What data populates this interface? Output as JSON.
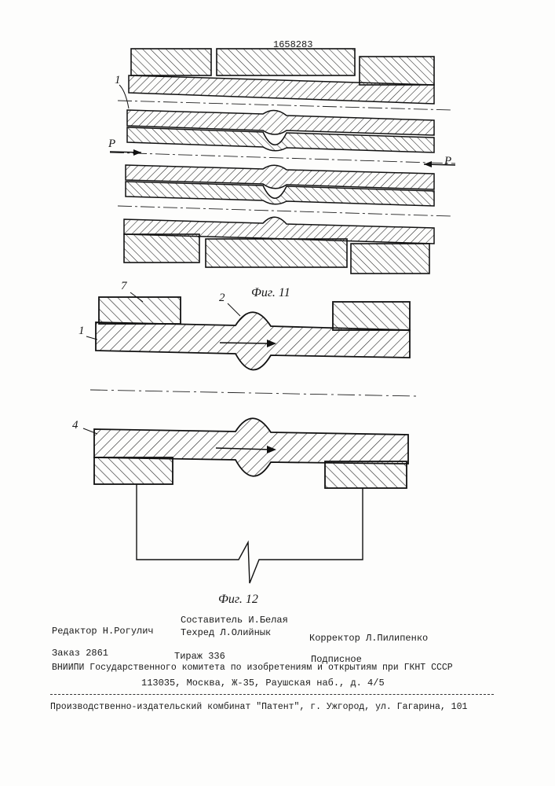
{
  "patent_number": "1658283",
  "figure11": {
    "caption": "Фиг. 11",
    "label_part": "1",
    "label_force_left": "P",
    "label_force_right": "P"
  },
  "figure12": {
    "caption": "Фиг. 12",
    "label_7": "7",
    "label_2": "2",
    "label_1": "1",
    "label_4": "4"
  },
  "footer": {
    "editor": "Редактор Н.Рогулич",
    "compiler": "Составитель И.Белая",
    "techred": "Техред Л.Олийнык",
    "corrector": "Корректор Л.Пилипенко",
    "order": "Заказ 2861",
    "circulation": "Тираж 336",
    "subscription": "Подписное",
    "institute": "ВНИИПИ Государственного комитета по изобретениям и открытиям при ГКНТ СССР",
    "address": "113035, Москва, Ж-35, Раушская наб., д. 4/5",
    "publisher": "Производственно-издательский комбинат \"Патент\", г. Ужгород, ул. Гагарина, 101"
  }
}
